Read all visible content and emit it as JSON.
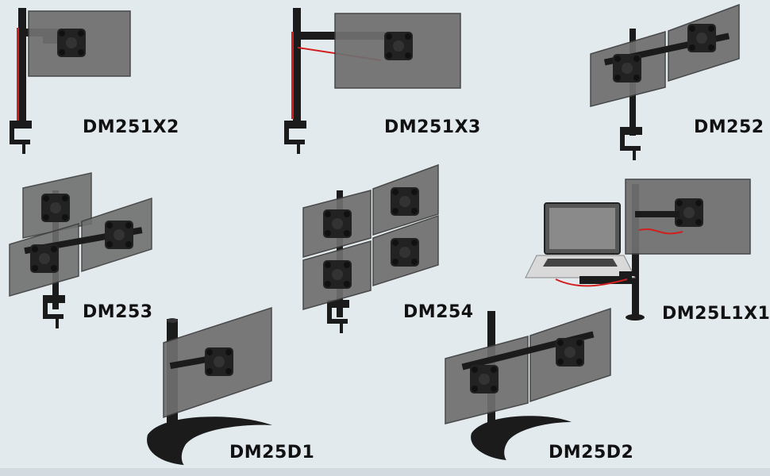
{
  "products": [
    {
      "model": "DM251X2"
    },
    {
      "model": "DM251X3"
    },
    {
      "model": "DM252"
    },
    {
      "model": "DM253"
    },
    {
      "model": "DM254"
    },
    {
      "model": "DM25L1X1"
    },
    {
      "model": "DM25D1"
    },
    {
      "model": "DM25D2"
    }
  ],
  "colors": {
    "background": "#e3eaee",
    "screen": "#6f6f6f",
    "screen_edge": "#3c3c3c",
    "mount_metal": "#1b1b1b",
    "cable": "#d11f1f",
    "label": "#111111"
  }
}
